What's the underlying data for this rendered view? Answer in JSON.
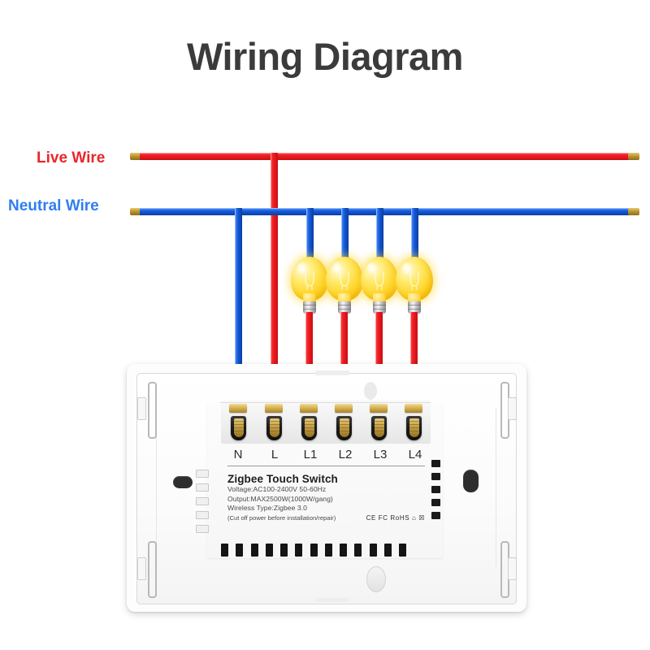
{
  "page": {
    "title": "Wiring Diagram",
    "background_color": "#ffffff",
    "title_color": "#3b3b3b"
  },
  "colors": {
    "live_red": "#ee1c22",
    "neutral_blue": "#1457d6",
    "brass": "#c7a24a",
    "bulb_yellow": "#ffd21f",
    "panel_white": "#fdfdfd"
  },
  "wires": {
    "live": {
      "label": "Live Wire",
      "color": "#e8262b",
      "branch_count": 1
    },
    "neutral": {
      "label": "Neutral Wire",
      "color": "#2f7ef0",
      "branch_count": 5
    }
  },
  "bulbs": [
    {
      "name": "bulb-1",
      "state": "on"
    },
    {
      "name": "bulb-2",
      "state": "on"
    },
    {
      "name": "bulb-3",
      "state": "on"
    },
    {
      "name": "bulb-4",
      "state": "on"
    }
  ],
  "switch": {
    "product_name": "Zigbee Touch Switch",
    "terminals": [
      {
        "id": "N",
        "label": "N",
        "wire": "neutral"
      },
      {
        "id": "L",
        "label": "L",
        "wire": "live"
      },
      {
        "id": "L1",
        "label": "L1",
        "wire": "live"
      },
      {
        "id": "L2",
        "label": "L2",
        "wire": "live"
      },
      {
        "id": "L3",
        "label": "L3",
        "wire": "live"
      },
      {
        "id": "L4",
        "label": "L4",
        "wire": "live"
      }
    ],
    "specs": [
      "Voltage:AC100-2400V  50-60Hz",
      "Output:MAX2500W(1000W/gang)",
      "Wireless Type:Zigbee 3.0"
    ],
    "warning": "(Cut off power before installation/repair)",
    "certifications": "CE FC RoHS ⌂ ☒",
    "vent_count": 13
  }
}
